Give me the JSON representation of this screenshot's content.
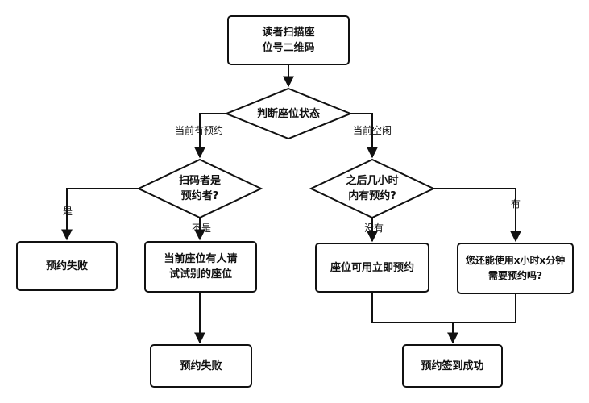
{
  "nodes": {
    "scan": "读者扫描座\n位号二维码",
    "judge_status": "判断座位状态",
    "is_reserver": "扫码者是\n预约者?",
    "reserved_later": "之后几小时\n内有预约?",
    "fail_left": "预约失败",
    "please_try_other": "当前座位有人请\n试试别的座位",
    "seat_available": "座位可用立即预约",
    "still_need": "您还能使用x小时x分钟\n需要预约吗?",
    "fail_bottom": "预约失败",
    "success": "预约签到成功"
  },
  "edges": {
    "has_reservation": "当前有预约",
    "idle": "当前空闲",
    "yes": "是",
    "no": "不是",
    "none": "没有",
    "have": "有"
  },
  "colors": {
    "stroke": "#111111",
    "fill": "#ffffff",
    "text": "#111111"
  }
}
